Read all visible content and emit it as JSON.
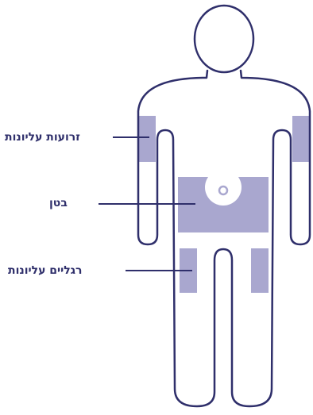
{
  "labels": {
    "upper_arms": "זרועות עליונות",
    "belly": "בטן",
    "upper_thighs": "רגליים עליונות"
  },
  "colors": {
    "outline": "#2f2f6b",
    "injection_area": "#a9a7cf",
    "text": "#2f2f6b"
  }
}
